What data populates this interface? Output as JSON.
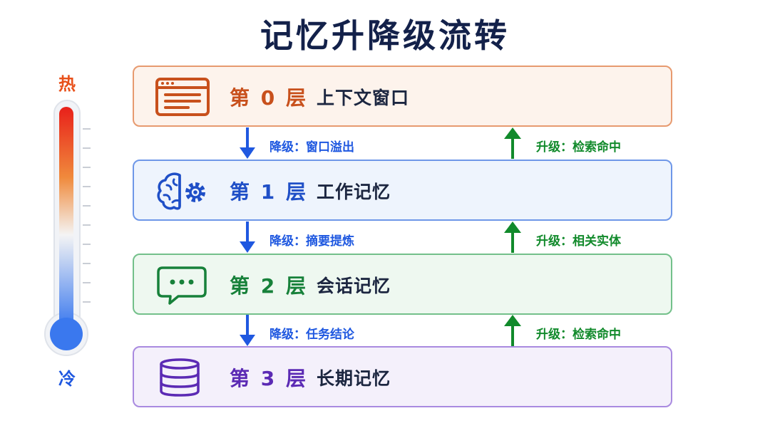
{
  "title": "记忆升降级流转",
  "thermometer": {
    "hot_label": "热",
    "cold_label": "冷",
    "hot_color": "#e8501a",
    "cold_color": "#1f58e0",
    "gradient": [
      "#e8201a",
      "#f08a3c",
      "#f4f4f4",
      "#3a78ee"
    ]
  },
  "layers": [
    {
      "level": "第 0 层",
      "name": "上下文窗口",
      "icon": "browser-window-icon",
      "color": "#c8501c",
      "border": "#e79a6f",
      "bg": "#fdf3ec"
    },
    {
      "level": "第 1 层",
      "name": "工作记忆",
      "icon": "brain-gear-icon",
      "color": "#1f4fc7",
      "border": "#6e97e8",
      "bg": "#eef4fd"
    },
    {
      "level": "第 2 层",
      "name": "会话记忆",
      "icon": "chat-bubble-icon",
      "color": "#17813a",
      "border": "#73c08a",
      "bg": "#eef8f0"
    },
    {
      "level": "第 3 层",
      "name": "长期记忆",
      "icon": "database-icon",
      "color": "#5b2ab4",
      "border": "#a98ae0",
      "bg": "#f4f0fb"
    }
  ],
  "transitions": [
    {
      "down": "降级：窗口溢出",
      "up": "升级：检索命中"
    },
    {
      "down": "降级：摘要提炼",
      "up": "升级：相关实体"
    },
    {
      "down": "降级：任务结论",
      "up": "升级：检索命中"
    }
  ]
}
